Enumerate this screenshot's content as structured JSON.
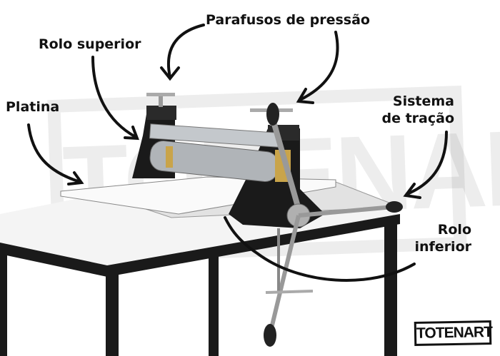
{
  "labels": {
    "pressure_screws": "Parafusos de pressão",
    "top_roller": "Rolo superior",
    "platen": "Platina",
    "drive_system_line1": "Sistema",
    "drive_system_line2": "de tração",
    "bottom_roller_line1": "Rolo",
    "bottom_roller_line2": "inferior"
  },
  "brand": {
    "logo": "TOTENART",
    "watermark": "TOTENART"
  },
  "colors": {
    "frame": "#1a1a1a",
    "roller": "#b8bcc0",
    "brass": "#c9a44a",
    "label": "#111111"
  }
}
